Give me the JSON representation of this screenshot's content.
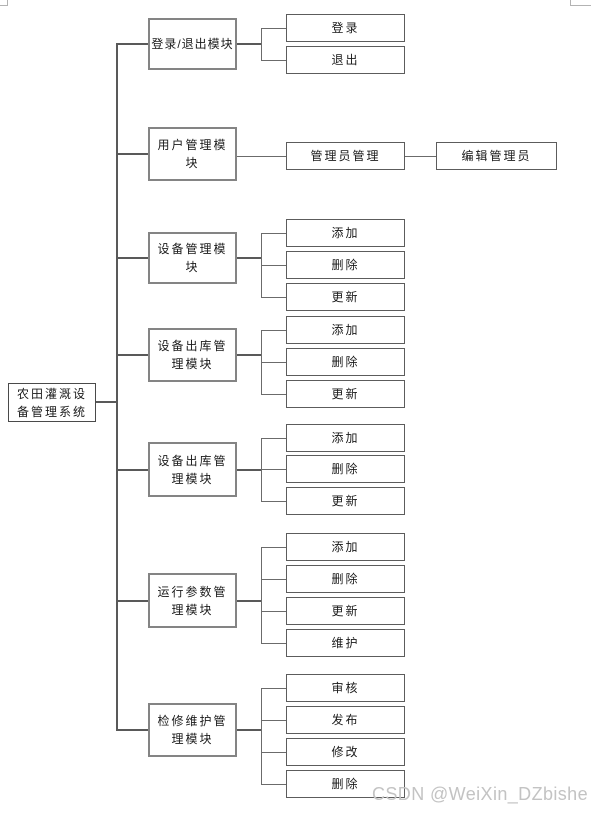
{
  "diagram": {
    "root": {
      "label": "农田灌溉设备管理系统"
    },
    "modules": [
      {
        "label": "登录/退出模块",
        "children": [
          {
            "label": "登录"
          },
          {
            "label": "退出"
          }
        ]
      },
      {
        "label": "用户管理模块",
        "children": [
          {
            "label": "管理员管理",
            "children": [
              {
                "label": "编辑管理员"
              }
            ]
          }
        ]
      },
      {
        "label": "设备管理模块",
        "children": [
          {
            "label": "添加"
          },
          {
            "label": "删除"
          },
          {
            "label": "更新"
          }
        ]
      },
      {
        "label": "设备出库管理模块",
        "children": [
          {
            "label": "添加"
          },
          {
            "label": "删除"
          },
          {
            "label": "更新"
          }
        ]
      },
      {
        "label": "设备出库管理模块",
        "children": [
          {
            "label": "添加"
          },
          {
            "label": "删除"
          },
          {
            "label": "更新"
          }
        ]
      },
      {
        "label": "运行参数管理模块",
        "children": [
          {
            "label": "添加"
          },
          {
            "label": "删除"
          },
          {
            "label": "更新"
          },
          {
            "label": "维护"
          }
        ]
      },
      {
        "label": "检修维护管理模块",
        "children": [
          {
            "label": "审核"
          },
          {
            "label": "发布"
          },
          {
            "label": "修改"
          },
          {
            "label": "删除"
          }
        ]
      }
    ]
  },
  "watermark": {
    "text": "CSDN @WeiXin_DZbishe"
  }
}
